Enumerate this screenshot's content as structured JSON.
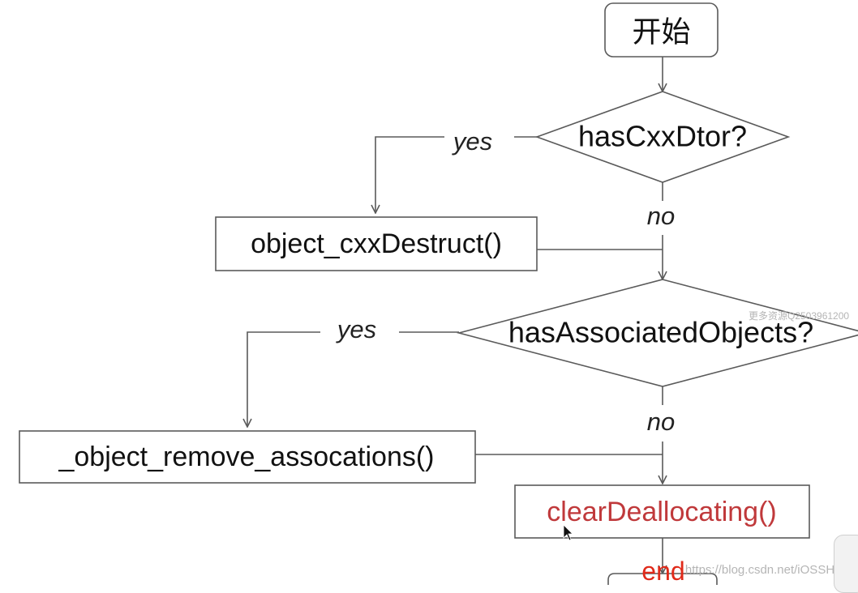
{
  "nodes": {
    "start": "开始",
    "decision_cxx": "hasCxxDtor?",
    "cxx_destruct": "object_cxxDestruct()",
    "decision_assoc": "hasAssociatedObjects?",
    "remove_assoc": "_object_remove_assocations()",
    "clear_dealloc": "clearDeallocating()",
    "end": "end"
  },
  "edge_labels": {
    "cxx_yes": "yes",
    "cxx_no": "no",
    "assoc_yes": "yes",
    "assoc_no": "no"
  },
  "watermarks": {
    "side": "更多资源Q2503961200",
    "footer": "https://blog.csdn.net/iOSSHAN"
  },
  "colors": {
    "stroke": "#5a5a5a",
    "text": "#111111",
    "label": "#222222",
    "highlight": "#c0393b",
    "end_text": "#e02a1a",
    "watermark": "#b5b5b5"
  }
}
